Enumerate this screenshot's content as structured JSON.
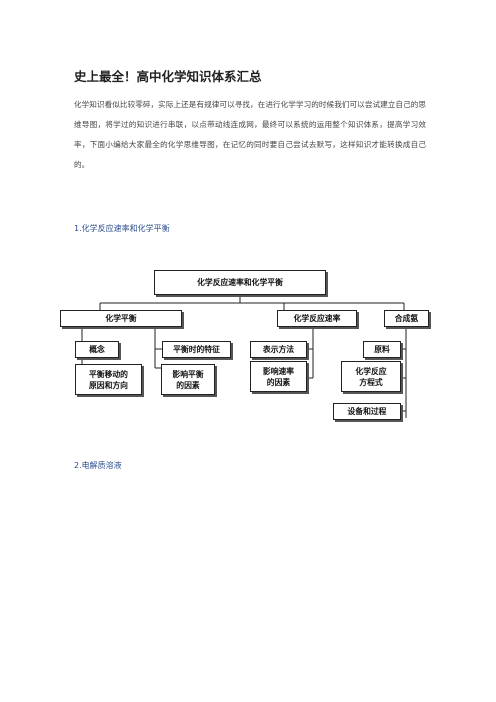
{
  "title": "史上最全！高中化学知识体系汇总",
  "intro": "化学知识看似比较零碎，实际上还是有规律可以寻找，在进行化学学习的时候我们可以尝试建立自己的思维导图，将学过的知识进行串联，以点带动线连成网，最终可以系统的运用整个知识体系，提高学习效率，下面小编给大家最全的化学思维导图，在记忆的同时要自己尝试去默写，这样知识才能转换成自己的。",
  "section1": "1.化学反应速率和化学平衡",
  "section2": "2.电解质溶液",
  "diagram": {
    "root": "化学反应速率和化学平衡",
    "equilibrium": "化学平衡",
    "rate": "化学反应速率",
    "ammonia": "合成氨",
    "concept": "概念",
    "features": "平衡时的特征",
    "shift": "平衡移动的\n原因和方向",
    "eq_factors": "影响平衡\n的因素",
    "expression": "表示方法",
    "rate_factors": "影响速率\n的因素",
    "materials": "原料",
    "equation": "化学反应\n方程式",
    "equipment": "设备和过程"
  }
}
